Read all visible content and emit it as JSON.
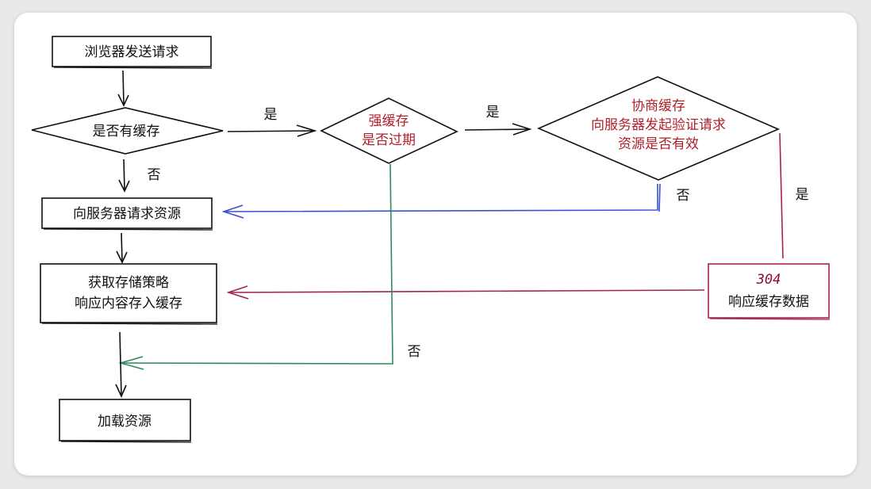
{
  "nodes": {
    "start": "浏览器发送请求",
    "has_cache": "是否有缓存",
    "strong_cache_line1": "强缓存",
    "strong_cache_line2": "是否过期",
    "negotiate_line1": "协商缓存",
    "negotiate_line2": "向服务器发起验证请求",
    "negotiate_line3": "资源是否有效",
    "request_server": "向服务器请求资源",
    "store_line1": "获取存储策略",
    "store_line2": "响应内容存入缓存",
    "resp304_line1": "304",
    "resp304_line2": "响应缓存数据",
    "load": "加载资源"
  },
  "edge_labels": {
    "has_cache_yes": "是",
    "has_cache_no": "否",
    "strong_yes": "是",
    "strong_no": "否",
    "negotiate_no": "否",
    "negotiate_yes": "是"
  },
  "colors": {
    "black": "#111111",
    "red_text": "#b0202a",
    "blue_edge": "#3a4fd0",
    "green_edge": "#2e8a5a",
    "crimson_edge": "#a3264a"
  }
}
